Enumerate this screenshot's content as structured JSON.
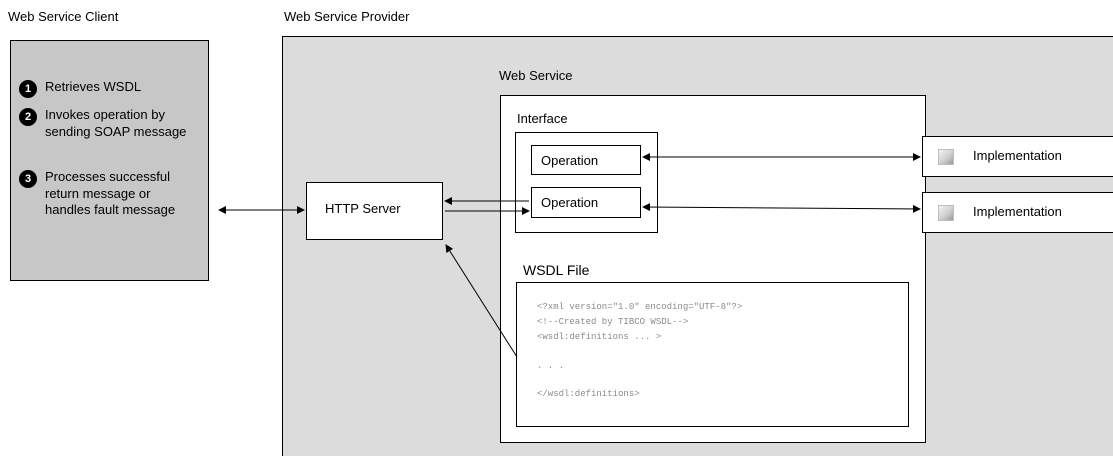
{
  "client": {
    "title": "Web Service Client",
    "steps": [
      {
        "num": "1",
        "text": "Retrieves WSDL"
      },
      {
        "num": "2",
        "text": "Invokes operation by sending SOAP message"
      },
      {
        "num": "3",
        "text": "Processes successful return message or handles fault message"
      }
    ]
  },
  "provider": {
    "title": "Web Service Provider",
    "http_server": "HTTP Server",
    "web_service": {
      "title": "Web Service",
      "interface": {
        "title": "Interface",
        "operations": [
          "Operation",
          "Operation"
        ]
      },
      "wsdl_file": {
        "title": "WSDL File",
        "code_lines": [
          "<?xml version=\"1.0\" encoding=\"UTF-8\"?>",
          "<!--Created by TIBCO WSDL-->",
          "<wsdl:definitions ... >",
          ". . .",
          "</wsdl:definitions>"
        ]
      }
    },
    "implementations": [
      "Implementation",
      "Implementation"
    ]
  }
}
